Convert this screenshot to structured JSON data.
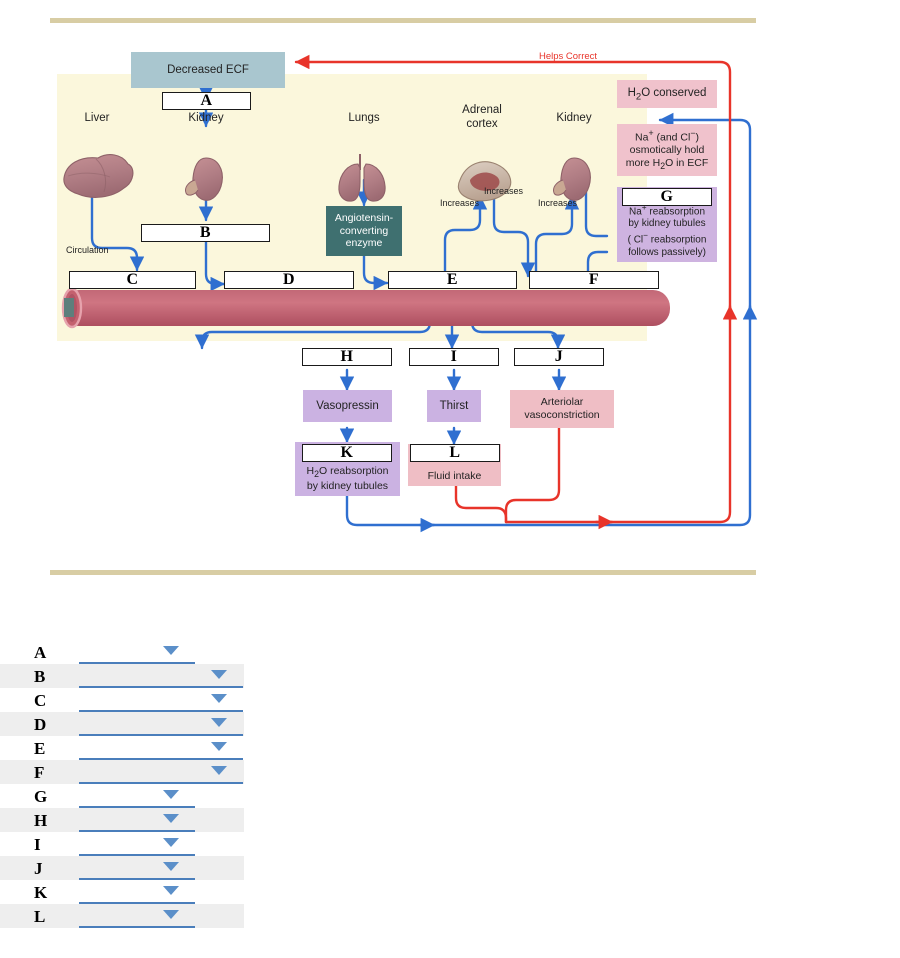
{
  "theme": {
    "rule_color": "#d8cda4",
    "panel_bg": "#fbf7dc",
    "blue": "#2f6fd0",
    "red": "#e8342a",
    "vessel": "#c4616f",
    "select_underline": "#4a7ebb",
    "caret": "#5b8fc9",
    "row_alt_bg": "#eeeeee"
  },
  "figure": {
    "title_box": "Decreased ECF",
    "feedback_label": "Helps Correct",
    "circulation_label": "Circulation",
    "organ_labels": {
      "liver": "Liver",
      "kidney_left": "Kidney",
      "lungs": "Lungs",
      "adrenal_cortex": "Adrenal\ncortex",
      "kidney_right": "Kidney"
    },
    "increases_labels": [
      "Increases",
      "Increases",
      "Increases"
    ],
    "process_boxes": {
      "ace": "Angiotensin-\nconverting\nenzyme",
      "h2o_conserved": "H₂O conserved",
      "na_osmotic": "Na⁺ (and Cl⁻) osmotically hold more H₂O in ECF",
      "na_reabsorption": "Na⁺ reabsorption by kidney tubules ( Cl⁻ reabsorption follows passively)",
      "vasopressin": "Vasopressin",
      "thirst": "Thirst",
      "arteriolar": "Arteriolar\nvasoconstriction",
      "h2o_reabsorption": "H₂O reabsorption by kidney tubules",
      "fluid_intake": "Fluid intake"
    },
    "blanks": [
      "A",
      "B",
      "C",
      "D",
      "E",
      "F",
      "G",
      "H",
      "I",
      "J",
      "K",
      "L"
    ]
  },
  "answers": {
    "rows": [
      {
        "letter": "A",
        "value": "",
        "width": 116
      },
      {
        "letter": "B",
        "value": "",
        "width": 164
      },
      {
        "letter": "C",
        "value": "",
        "width": 164
      },
      {
        "letter": "D",
        "value": "",
        "width": 164
      },
      {
        "letter": "E",
        "value": "",
        "width": 164
      },
      {
        "letter": "F",
        "value": "",
        "width": 164
      },
      {
        "letter": "G",
        "value": "",
        "width": 116
      },
      {
        "letter": "H",
        "value": "",
        "width": 116
      },
      {
        "letter": "I",
        "value": "",
        "width": 116
      },
      {
        "letter": "J",
        "value": "",
        "width": 116
      },
      {
        "letter": "K",
        "value": "",
        "width": 116
      },
      {
        "letter": "L",
        "value": "",
        "width": 116
      }
    ]
  }
}
